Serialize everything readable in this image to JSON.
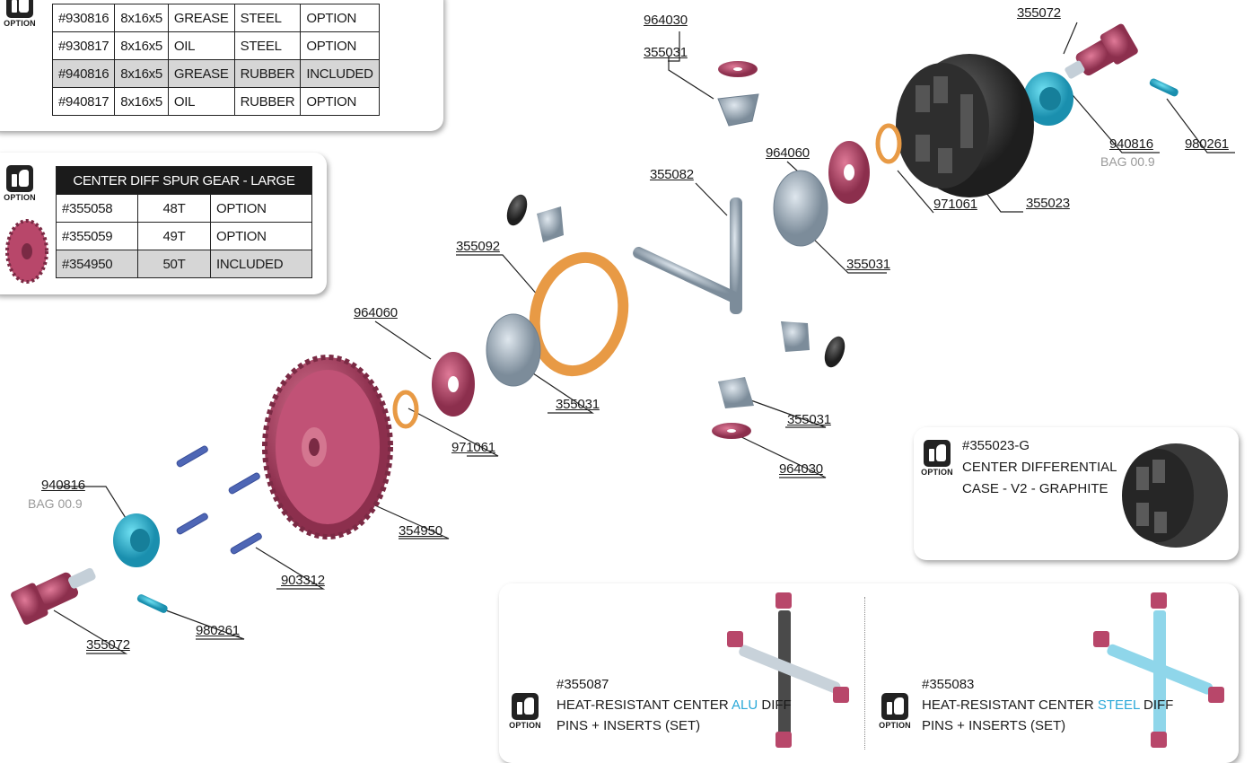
{
  "bearing_table": {
    "option_label": "OPTION",
    "rows": [
      [
        "#930816",
        "8x16x5",
        "GREASE",
        "STEEL",
        "OPTION"
      ],
      [
        "#930817",
        "8x16x5",
        "OIL",
        "STEEL",
        "OPTION"
      ],
      [
        "#940816",
        "8x16x5",
        "GREASE",
        "RUBBER",
        "INCLUDED"
      ],
      [
        "#940817",
        "8x16x5",
        "OIL",
        "RUBBER",
        "OPTION"
      ]
    ]
  },
  "spur_table": {
    "option_label": "OPTION",
    "header": "CENTER DIFF SPUR GEAR - LARGE",
    "rows": [
      [
        "#355058",
        "48T",
        "OPTION"
      ],
      [
        "#355059",
        "49T",
        "OPTION"
      ],
      [
        "#354950",
        "50T",
        "INCLUDED"
      ]
    ]
  },
  "case_option": {
    "option_label": "OPTION",
    "part": "#355023-G",
    "line1": "CENTER DIFFERENTIAL",
    "line2": "CASE - V2 - GRAPHITE"
  },
  "pins_option": {
    "left": {
      "option_label": "OPTION",
      "part": "#355087",
      "line1_pre": "HEAT-RESISTANT CENTER ",
      "line1_hi": "ALU",
      "line1_post": " DIFF",
      "line2": "PINS + INSERTS (SET)"
    },
    "right": {
      "option_label": "OPTION",
      "part": "#355083",
      "line1_pre": "HEAT-RESISTANT CENTER ",
      "line1_hi": "STEEL",
      "line1_post": " DIFF",
      "line2": "PINS + INSERTS (SET)"
    }
  },
  "part_labels": {
    "p964030_top": "964030",
    "p355031_top": "355031",
    "p355072_top": "355072",
    "p940816_top": "940816",
    "bag_top": "BAG 00.9",
    "p980261_top": "980261",
    "p964060_right": "964060",
    "p355082": "355082",
    "p971061_right": "971061",
    "p355023": "355023",
    "p355031_mid": "355031",
    "p355092": "355092",
    "p964060_left": "964060",
    "p355031_low": "355031",
    "p971061_left": "971061",
    "p355031_right_low": "355031",
    "p964030_low": "964030",
    "p940816_left": "940816",
    "bag_left": "BAG 00.9",
    "p354950": "354950",
    "p903312": "903312",
    "p355072_left": "355072",
    "p980261_left": "980261"
  },
  "colors": {
    "maroon": "#b8476a",
    "cyan": "#2db6d4",
    "orange": "#e89a45",
    "gray": "#a9b7c4",
    "dark": "#3a3a3a",
    "steel_blue": "#4e66b5",
    "highlight_text": "#29a8d8"
  }
}
